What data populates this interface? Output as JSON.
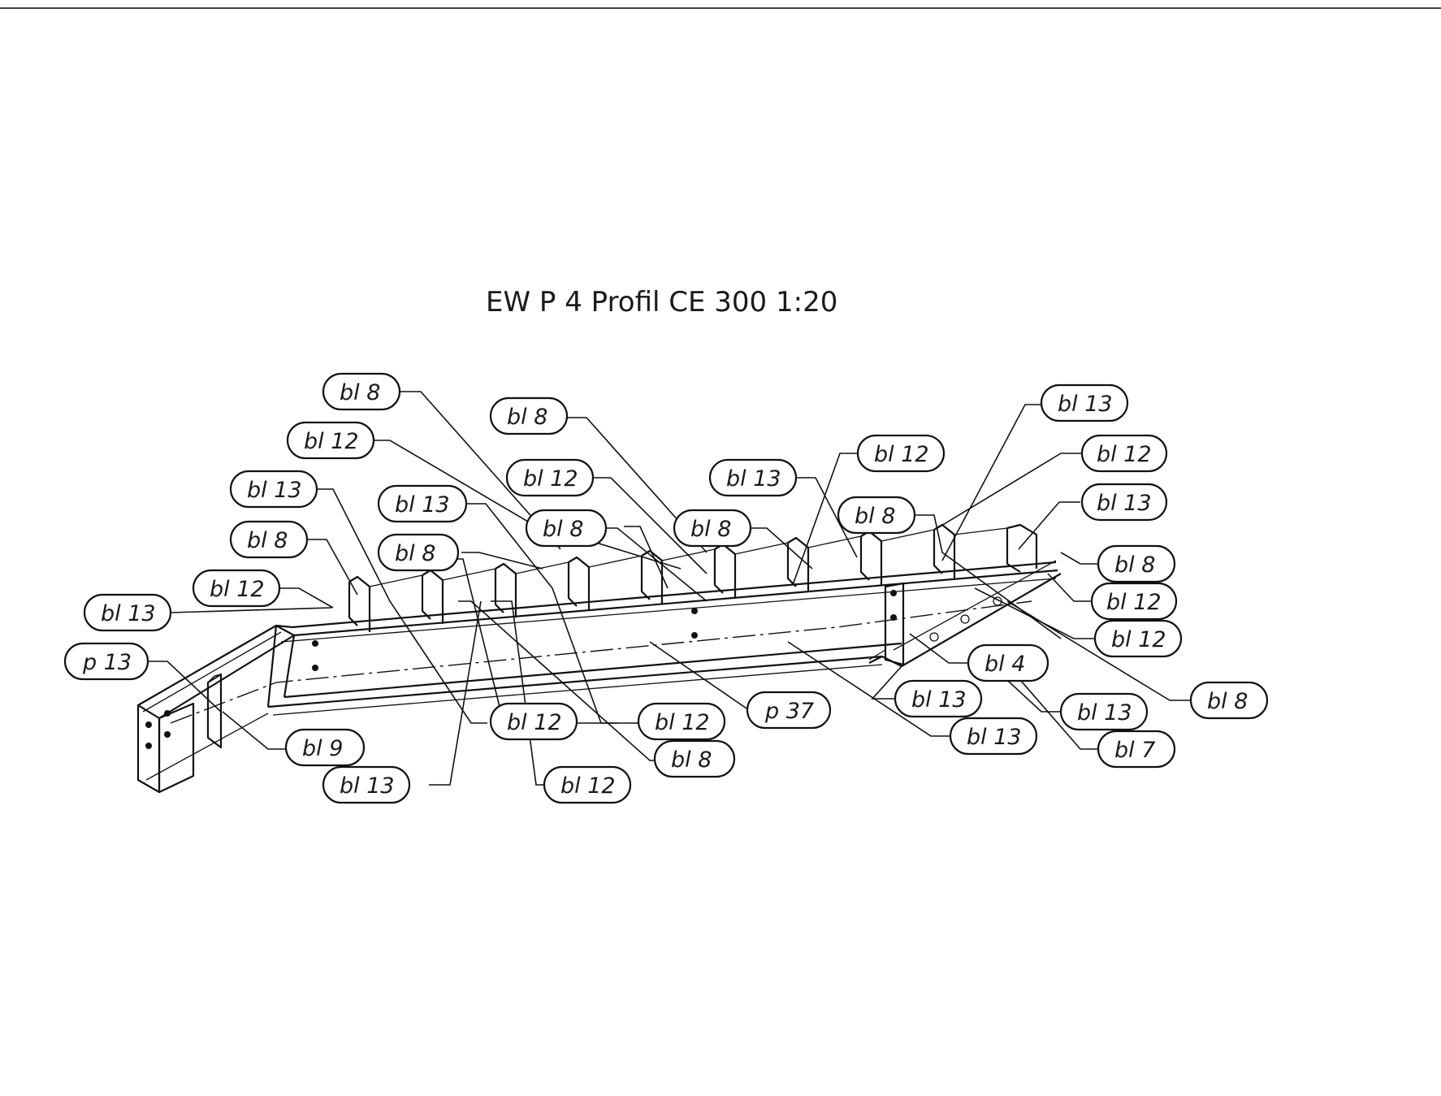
{
  "drawing": {
    "title": "EW P 4 Profil CE 300   1:20",
    "labels": [
      "bl 8",
      "bl 12",
      "bl 13",
      "bl 8",
      "bl 12",
      "bl 13",
      "p 13",
      "bl 9",
      "bl 13",
      "bl 8",
      "bl 12",
      "bl 13",
      "bl 8",
      "bl 8",
      "bl 12",
      "bl 12",
      "bl 8",
      "bl 12",
      "bl 13",
      "bl 8",
      "p 37",
      "bl 12",
      "bl 8",
      "bl 13",
      "bl 12",
      "bl 13",
      "bl 8",
      "bl 12",
      "bl 12",
      "bl 4",
      "bl 13",
      "bl 13",
      "bl 13",
      "bl 7",
      "bl 8"
    ]
  }
}
